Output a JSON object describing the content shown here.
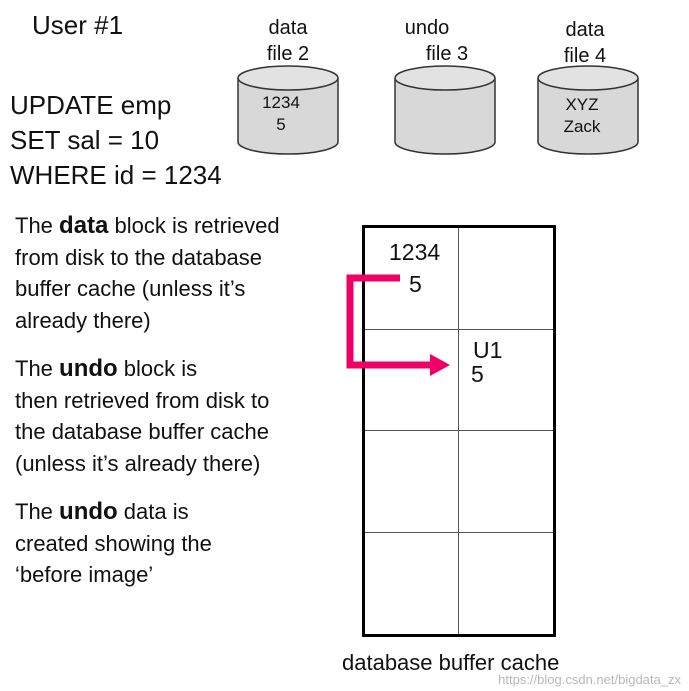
{
  "user_label": "User #1",
  "sql": {
    "line1": "UPDATE emp",
    "line2": "SET sal = 10",
    "line3": "WHERE id = 1234"
  },
  "disks": [
    {
      "label_line1": "data",
      "label_line2": "file 2",
      "content_line1": "1234",
      "content_line2": "5"
    },
    {
      "label_line1": "undo",
      "label_line2": "file 3",
      "content_line1": "",
      "content_line2": ""
    },
    {
      "label_line1": "data",
      "label_line2": "file 4",
      "content_line1": "XYZ",
      "content_line2": "Zack"
    }
  ],
  "steps": [
    {
      "lines": [
        "from disk to the database",
        "buffer cache (unless it’s",
        "already there)"
      ],
      "pre": "The ",
      "bold": "data",
      "post": " block is retrieved"
    },
    {
      "lines": [
        "then retrieved from disk to",
        "the database buffer cache",
        "(unless it’s already there)"
      ],
      "pre": "The ",
      "bold": "undo",
      "post": " block is"
    },
    {
      "lines": [
        "created showing the",
        "‘before image’"
      ],
      "pre": "The ",
      "bold": "undo",
      "post": " data is"
    }
  ],
  "cache": {
    "data_block_line1": "1234",
    "data_block_line2": "5",
    "undo_block_line1": "U1",
    "undo_block_line2": "5",
    "caption": "database buffer cache"
  },
  "colors": {
    "arrow": "#ee0066",
    "cylinder_fill": "#d8d8d8"
  },
  "watermark": "https://blog.csdn.net/bigdata_zx"
}
